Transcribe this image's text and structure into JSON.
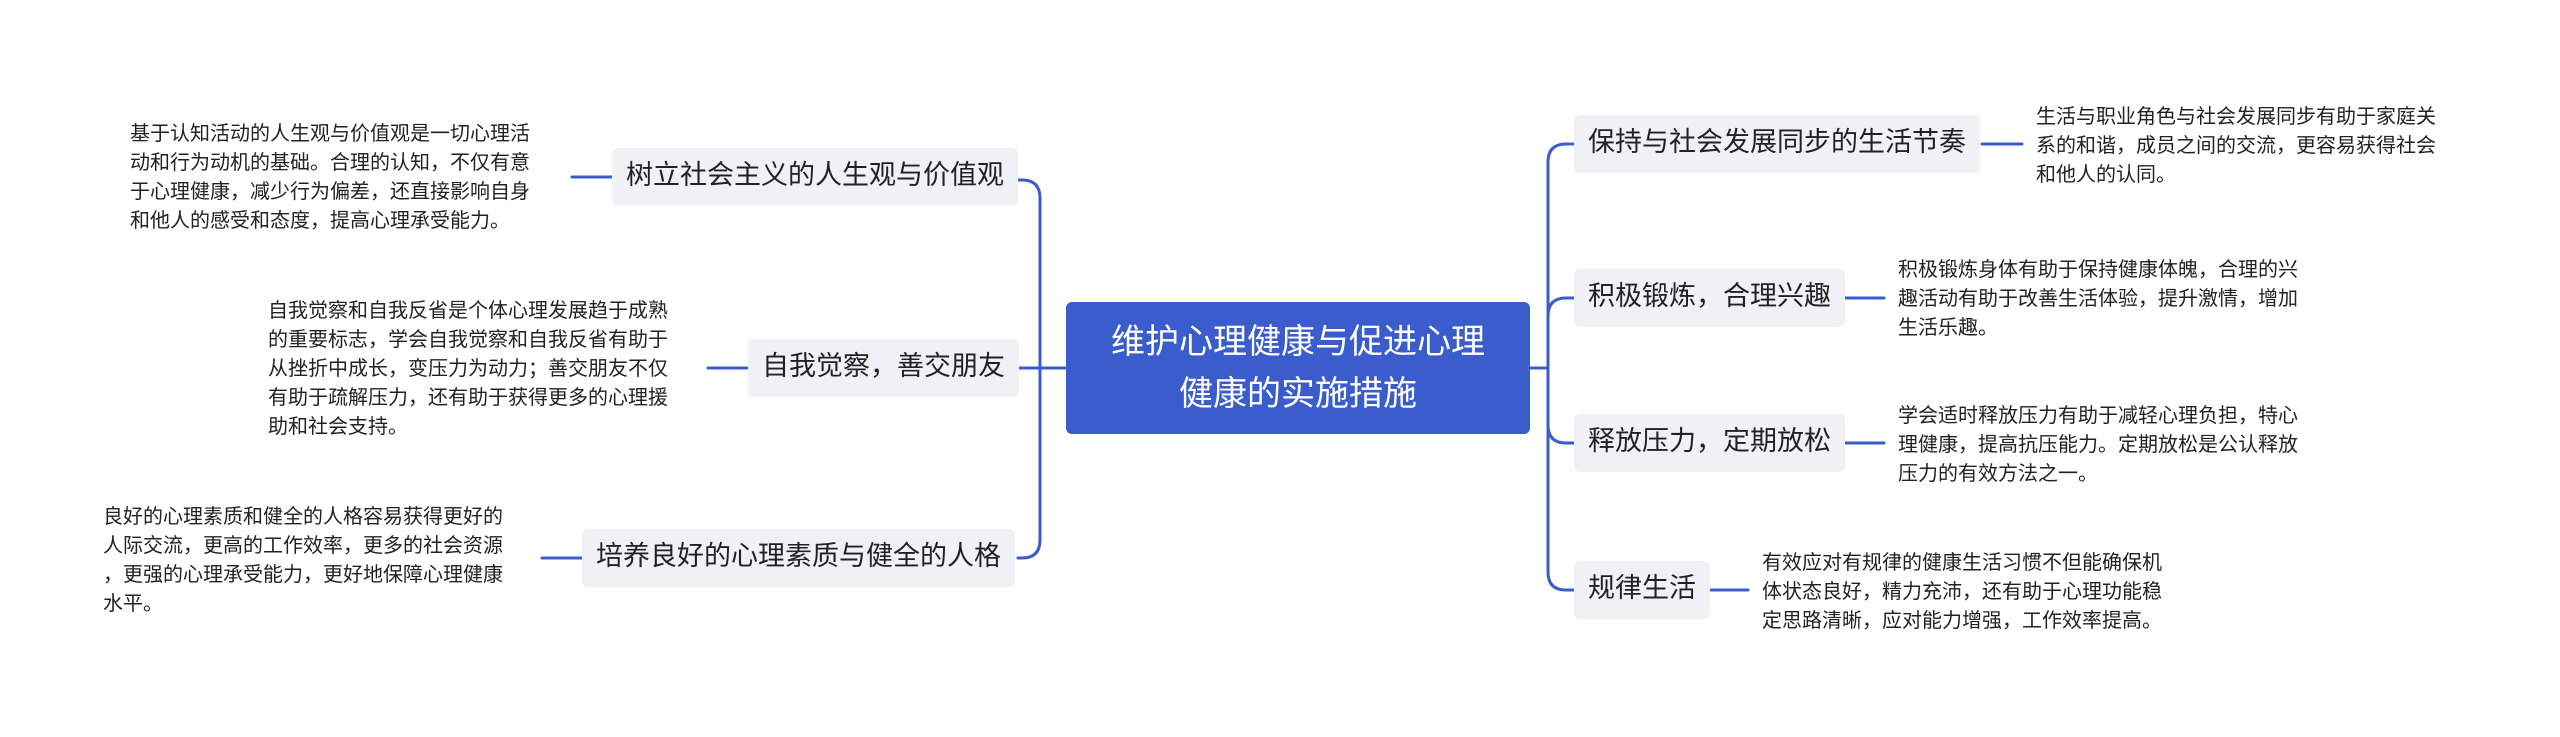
{
  "root": {
    "line1": "维护心理健康与促进心理",
    "line2": "健康的实施措施"
  },
  "left_branches": [
    {
      "label": "树立社会主义的人生观与价值观",
      "detail": [
        "基于认知活动的人生观与价值观是一切心理活",
        "动和行为动机的基础。合理的认知，不仅有意",
        "于心理健康，减少行为偏差，还直接影响自身",
        "和他人的感受和态度，提高心理承受能力。"
      ]
    },
    {
      "label": "自我觉察，善交朋友",
      "detail": [
        "自我觉察和自我反省是个体心理发展趋于成熟",
        "的重要标志，学会自我觉察和自我反省有助于",
        "从挫折中成长，变压力为动力；善交朋友不仅",
        "有助于疏解压力，还有助于获得更多的心理援",
        "助和社会支持。"
      ]
    },
    {
      "label": "培养良好的心理素质与健全的人格",
      "detail": [
        "良好的心理素质和健全的人格容易获得更好的",
        "人际交流，更高的工作效率，更多的社会资源",
        "，更强的心理承受能力，更好地保障心理健康",
        "水平。"
      ]
    }
  ],
  "right_branches": [
    {
      "label": "保持与社会发展同步的生活节奏",
      "detail": [
        "生活与职业角色与社会发展同步有助于家庭关",
        "系的和谐，成员之间的交流，更容易获得社会",
        "和他人的认同。"
      ]
    },
    {
      "label": "积极锻炼，合理兴趣",
      "detail": [
        "积极锻炼身体有助于保持健康体魄，合理的兴",
        "趣活动有助于改善生活体验，提升激情，增加",
        "生活乐趣。"
      ]
    },
    {
      "label": "释放压力，定期放松",
      "detail": [
        "学会适时释放压力有助于减轻心理负担，特心",
        "理健康，提高抗压能力。定期放松是公认释放",
        "压力的有效方法之一。"
      ]
    },
    {
      "label": "规律生活",
      "detail": [
        "有效应对有规律的健康生活习惯不但能确保机",
        "体状态良好，精力充沛，还有助于心理功能稳",
        "定思路清晰，应对能力增强，工作效率提高。"
      ]
    }
  ],
  "colors": {
    "root_bg": "#3a5ccc",
    "connector": "#3a5ccc",
    "branch_bg": "#f0f1f4"
  }
}
